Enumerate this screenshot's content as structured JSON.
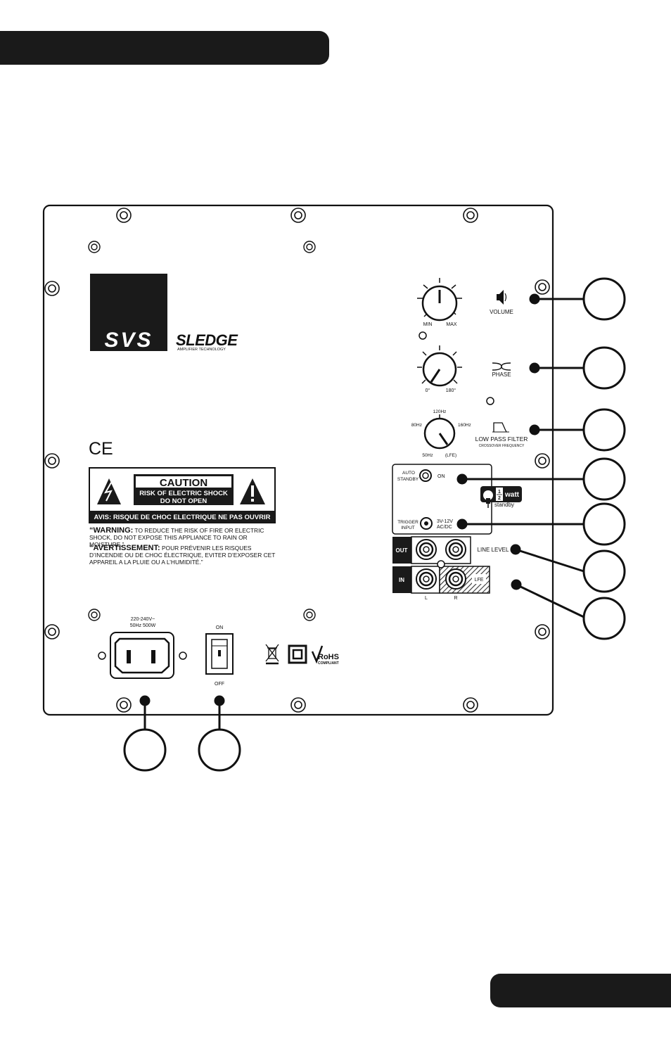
{
  "brand": {
    "logo": "SVS",
    "amp_logo": "SLEDGE",
    "amp_tagline": "AMPLIFIER TECHNOLOGY"
  },
  "controls": {
    "volume": {
      "label": "VOLUME",
      "min": "MIN",
      "max": "MAX",
      "icon": "speaker-icon"
    },
    "phase": {
      "label": "PHASE",
      "min": "0°",
      "max": "180°",
      "icon": "phase-icon"
    },
    "lowpass": {
      "label": "LOW PASS FILTER",
      "sublabel": "CROSSOVER FREQUENCY",
      "ticks": [
        "80Hz",
        "120Hz",
        "160Hz",
        "50Hz",
        "(LFE)"
      ],
      "icon": "lowpass-icon"
    },
    "standby": {
      "label_line1": "AUTO",
      "label_line2": "STANDBY",
      "state": "ON"
    },
    "trigger": {
      "label_line1": "TRIGGER",
      "label_line2": "INPUT",
      "spec_line1": "3V-12V",
      "spec_line2": "AC/DC"
    },
    "half_watt": {
      "num": "1",
      "den": "2",
      "word": "watt",
      "sub": "standby"
    },
    "line_level": {
      "label": "LINE LEVEL",
      "out": "OUT",
      "in": "IN",
      "lfe": "LFE",
      "left": "L",
      "right": "R"
    }
  },
  "safety": {
    "caution_title": "CAUTION",
    "caution_line1": "RISK OF ELECTRIC SHOCK",
    "caution_line2": "DO NOT OPEN",
    "avis": "AVIS: RISQUE DE CHOC ELECTRIQUE NE PAS OUVRIR",
    "warning_heading": "“WARNING:",
    "warning_body": " TO REDUCE THE RISK OF FIRE OR ELECTRIC SHOCK, DO NOT EXPOSE THIS APPLIANCE TO RAIN OR MOISTURE.”",
    "avert_heading": "“AVERTISSEMENT:",
    "avert_body": " POUR PRÉVENIR LES RISQUES D’INCENDIE OU DE CHOC ÉLECTRIQUE, EVITER D’EXPOSER CET APPAREIL A LA PLUIE OU A L’HUMIDITÉ.”",
    "ce_mark": "CE"
  },
  "power": {
    "rating_line1": "220-240V~",
    "rating_line2": "50Hz  500W",
    "switch_on": "ON",
    "switch_off": "OFF",
    "rohs": "RoHS",
    "rohs_sub": "COMPLIANT"
  },
  "colors": {
    "ink": "#111111",
    "panel_bg": "#ffffff",
    "bar": "#1a1a1a"
  }
}
